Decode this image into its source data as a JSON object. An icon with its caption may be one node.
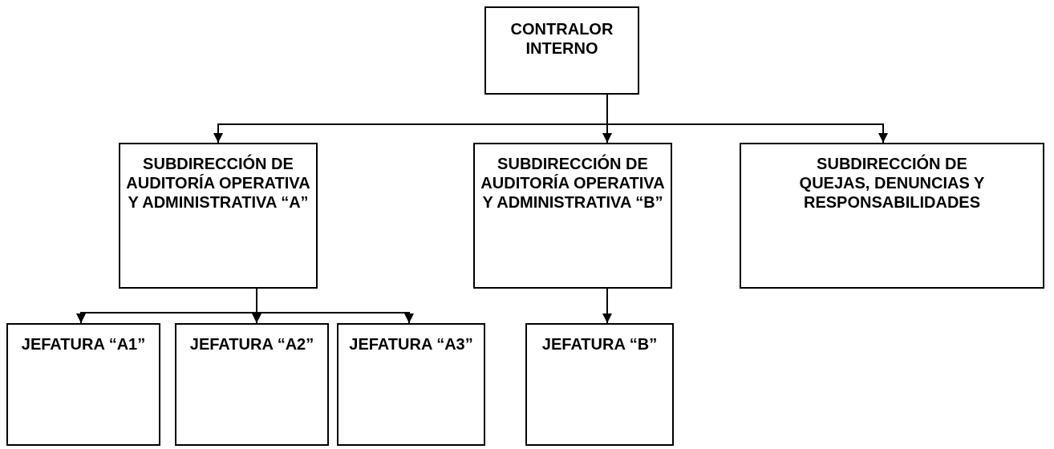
{
  "diagram": {
    "nodes": [
      {
        "text": [
          "CONTRALOR INTERNO"
        ]
      },
      {
        "text": [
          "SUBDIRECCIÓN DE AUDITORÍA OPERATIVA Y ADMINISTRATIVA “A”"
        ]
      },
      {
        "text": [
          "SUBDIRECCIÓN DE AUDITORÍA OPERATIVA Y ADMINISTRATIVA “B”"
        ]
      },
      {
        "text": [
          "SUBDIRECCIÓN DE QUEJAS, DENUNCIAS Y RESPONSABILIDADES"
        ]
      },
      {
        "text": [
          "JEFATURA “A1”"
        ]
      },
      {
        "text": [
          "JEFATURA “A2”"
        ]
      },
      {
        "text": [
          "JEFATURA “A3”"
        ]
      },
      {
        "text": [
          "JEFATURA “B”"
        ]
      }
    ],
    "edges": [
      {
        "from": 0,
        "to": 1,
        "arrow": "to"
      },
      {
        "from": 0,
        "to": 2,
        "arrow": "to"
      },
      {
        "from": 0,
        "to": 3,
        "arrow": "to"
      },
      {
        "from": 1,
        "to": 4,
        "arrow": "to"
      },
      {
        "from": 1,
        "to": 5,
        "arrow": "to"
      },
      {
        "from": 1,
        "to": 6,
        "arrow": "to"
      },
      {
        "from": 2,
        "to": 7,
        "arrow": "to"
      }
    ]
  }
}
